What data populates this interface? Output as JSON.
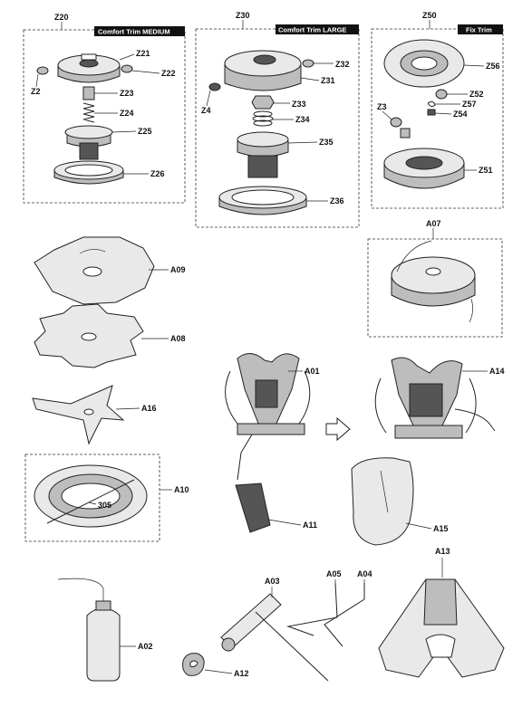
{
  "groups": {
    "z20": {
      "code": "Z20",
      "title": "Comfort Trim MEDIUM"
    },
    "z30": {
      "code": "Z30",
      "title": "Comfort Trim LARGE"
    },
    "z50": {
      "code": "Z50",
      "title": "Fix Trim"
    }
  },
  "parts": {
    "z21": "Z21",
    "z22": "Z22",
    "z2": "Z2",
    "z23": "Z23",
    "z24": "Z24",
    "z25": "Z25",
    "z26": "Z26",
    "z32": "Z32",
    "z31": "Z31",
    "z4": "Z4",
    "z33": "Z33",
    "z34": "Z34",
    "z35": "Z35",
    "z36": "Z36",
    "z56": "Z56",
    "z52": "Z52",
    "z57": "Z57",
    "z3": "Z3",
    "z54": "Z54",
    "z51": "Z51",
    "a07": "A07",
    "a09": "A09",
    "a08": "A08",
    "a16": "A16",
    "a10": "A10",
    "p305": "305",
    "a01": "A01",
    "a14": "A14",
    "a11": "A11",
    "a15": "A15",
    "a02": "A02",
    "a03": "A03",
    "a05": "A05",
    "a04": "A04",
    "a12": "A12",
    "a13": "A13"
  },
  "colors": {
    "ink": "#222222",
    "label_bg": "#111111"
  }
}
